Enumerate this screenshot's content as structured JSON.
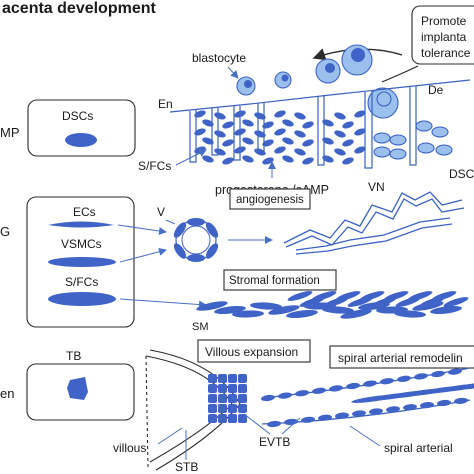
{
  "title": "acenta development",
  "row1": {
    "left_label": "MP",
    "box_label": "DSCs",
    "callout": [
      "Promote",
      "implanta",
      "tolerance"
    ],
    "blastocyte": "blastocyte",
    "en": "En",
    "de": "De",
    "sfcs": "S/FCs",
    "progesterone": "progesterone /cAMP",
    "dsc": "DSC"
  },
  "row2": {
    "left_label": "G",
    "ecs": "ECs",
    "vsmcs": "VSMCs",
    "sfcs": "S/FCs",
    "v": "V",
    "vn": "VN",
    "angiogenesis": "angiogenesis",
    "stromal": "Stromal formation",
    "sm": "SM"
  },
  "row3": {
    "left_label": "en",
    "tb": "TB",
    "villous_expansion": "Villous expansion",
    "spiral_remodel": "spiral arterial remodelin",
    "villous": "villous",
    "stb": "STB",
    "evtb": "EVTB",
    "spiral_arterial": "spiral arterial"
  },
  "colors": {
    "cell": "#3f63c6",
    "cell_light": "#9cc0ee",
    "line": "#3a62c2"
  }
}
